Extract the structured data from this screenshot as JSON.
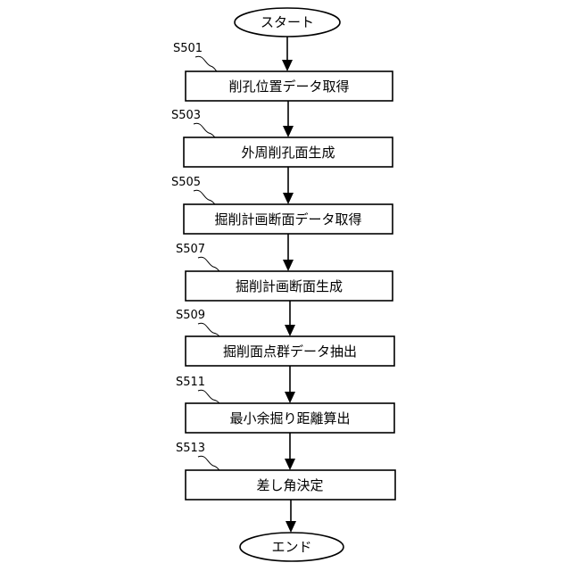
{
  "flowchart": {
    "start": {
      "label": "スタート"
    },
    "end": {
      "label": "エンド"
    },
    "steps": [
      {
        "id": "S501",
        "label": "削孔位置データ取得"
      },
      {
        "id": "S503",
        "label": "外周削孔面生成"
      },
      {
        "id": "S505",
        "label": "掘削計画断面データ取得"
      },
      {
        "id": "S507",
        "label": "掘削計画断面生成"
      },
      {
        "id": "S509",
        "label": "掘削面点群データ抽出"
      },
      {
        "id": "S511",
        "label": "最小余掘り距離算出"
      },
      {
        "id": "S513",
        "label": "差し角決定"
      }
    ]
  }
}
